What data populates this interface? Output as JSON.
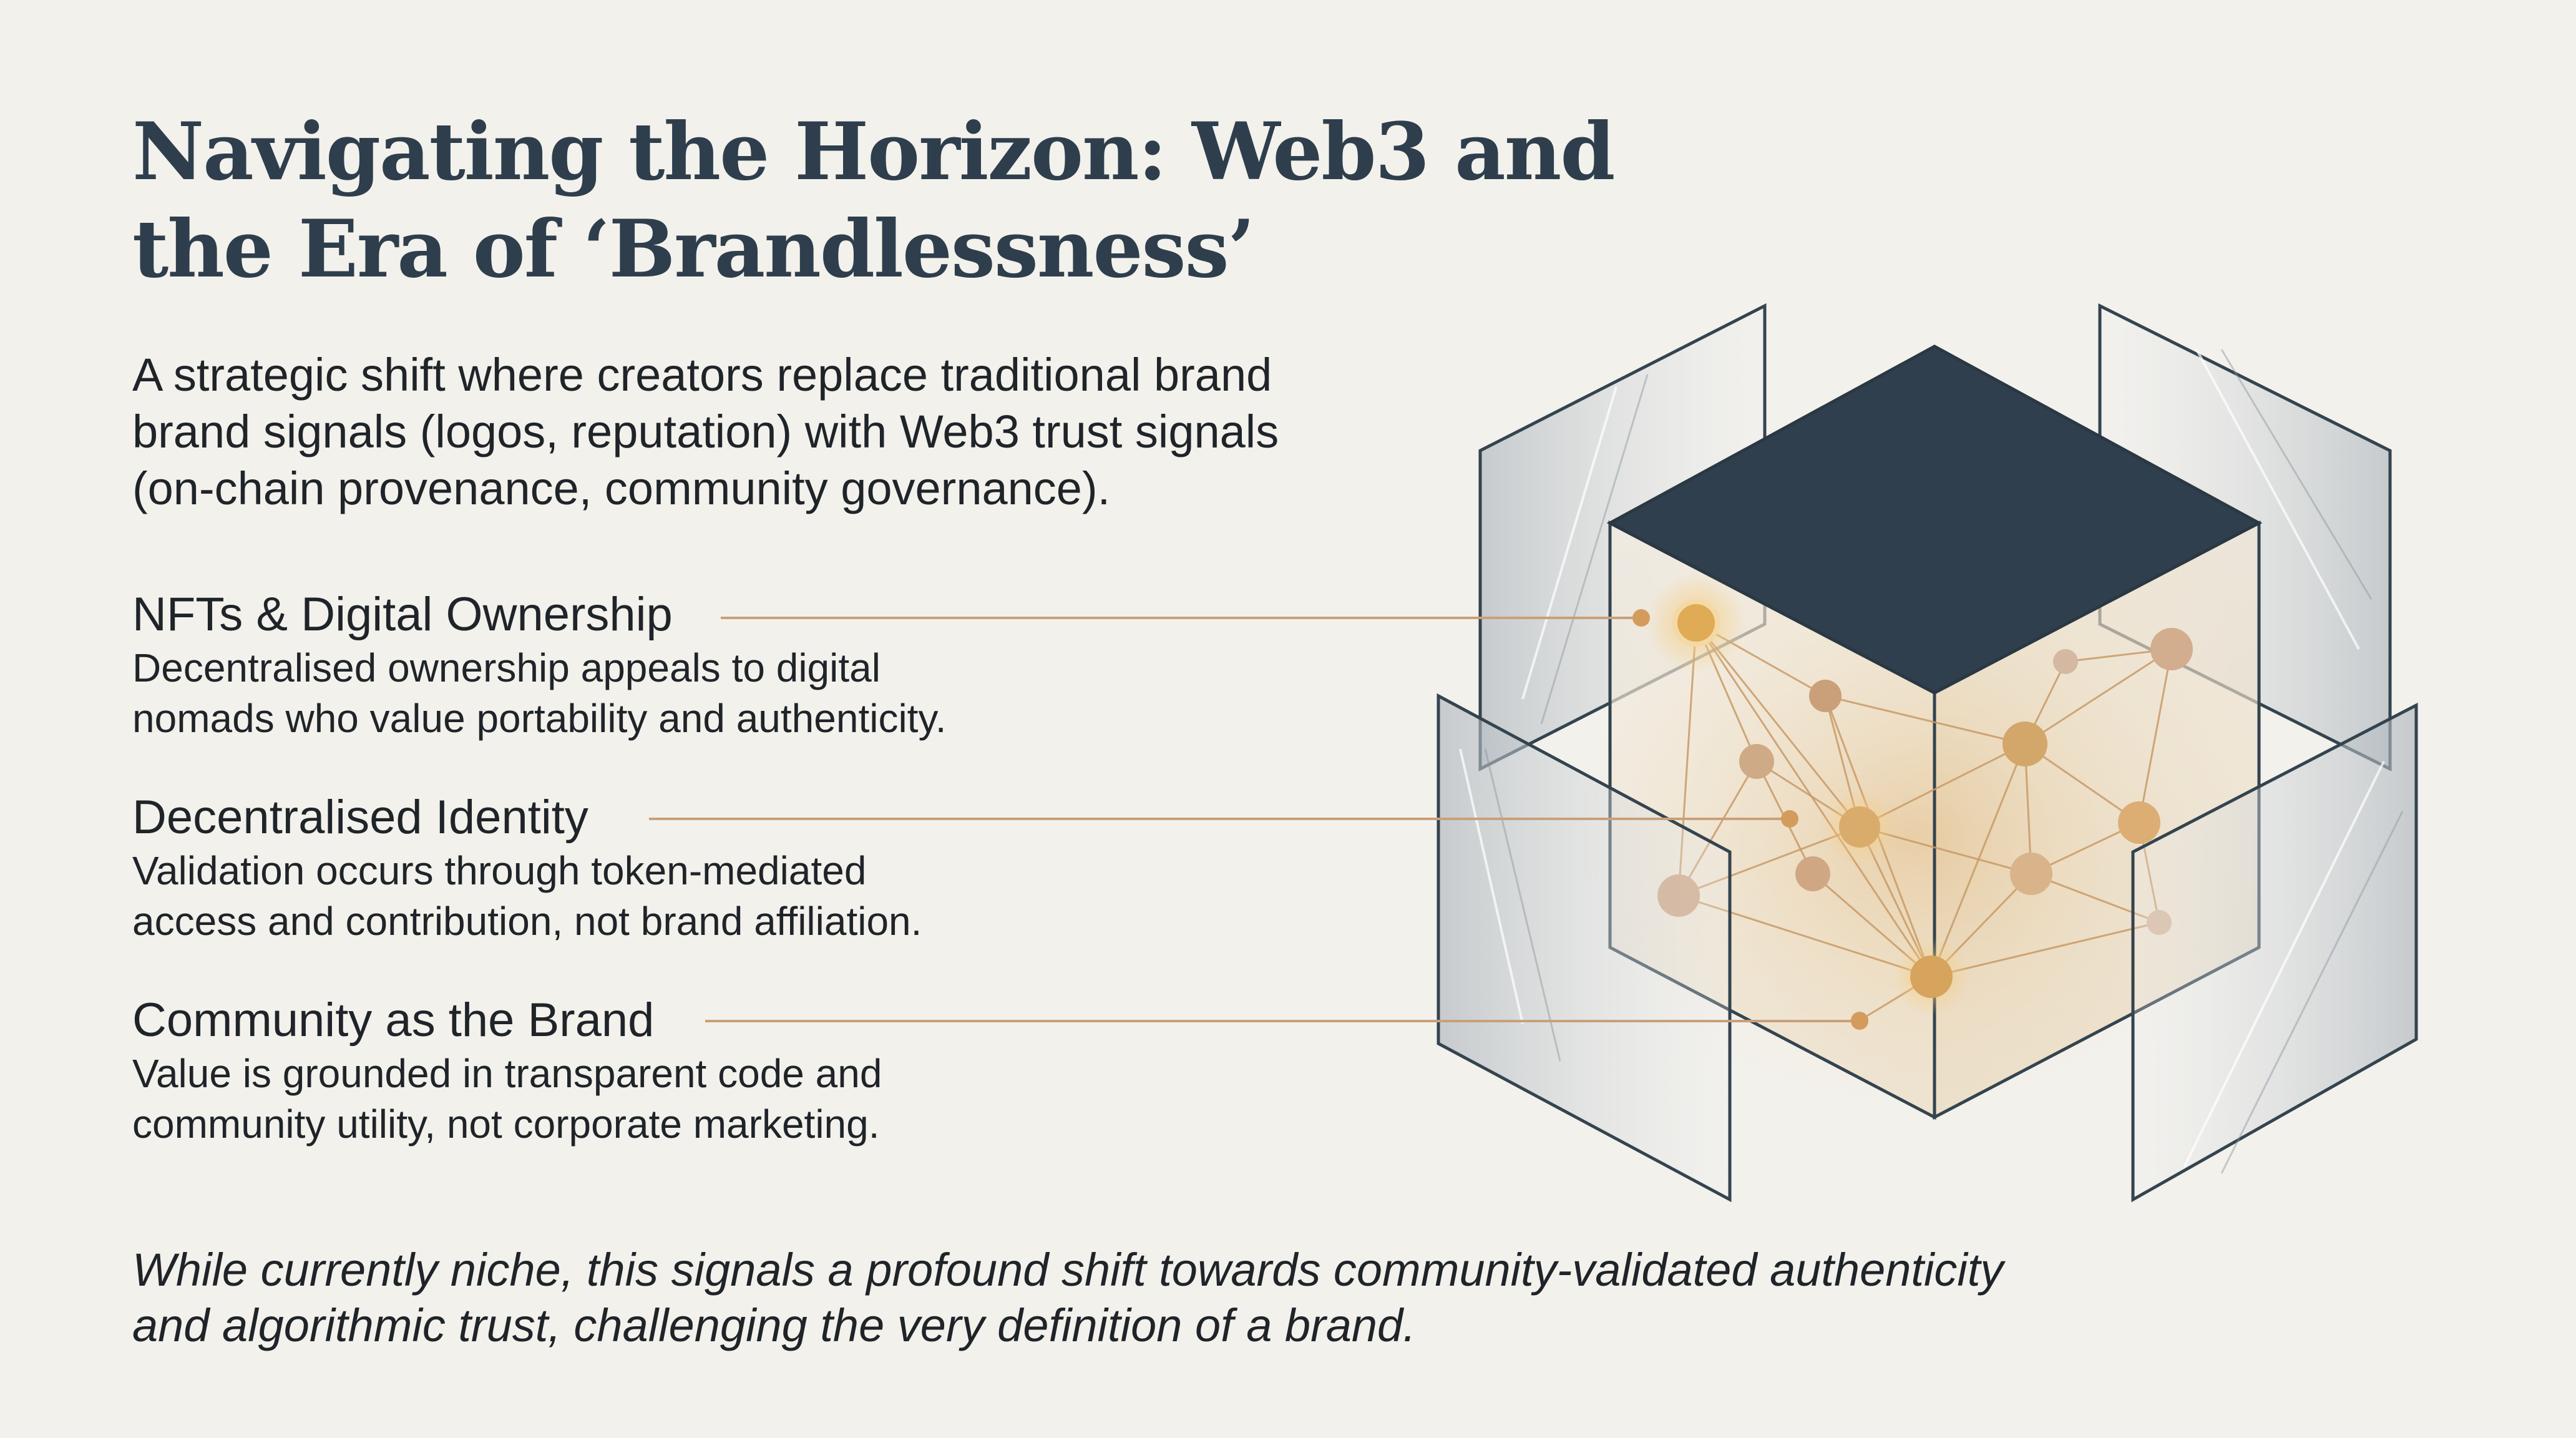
{
  "slide": {
    "title_lines": [
      "Navigating the Horizon: Web3 and",
      "the Era of ‘Brandlessness’"
    ],
    "intro_lines": [
      "A strategic shift where creators replace traditional brand",
      "brand signals (logos, reputation) with Web3 trust signals",
      "(on-chain provenance, community governance)."
    ],
    "features": [
      {
        "title": "NFTs & Digital Ownership",
        "desc_lines": [
          "Decentralised ownership appeals to digital",
          "nomads who value portability and authenticity."
        ]
      },
      {
        "title": "Decentralised Identity",
        "desc_lines": [
          "Validation occurs through token-mediated",
          "access and contribution, not brand affiliation."
        ]
      },
      {
        "title": "Community as the Brand",
        "desc_lines": [
          "Value is grounded in transparent code and",
          "community utility, not corporate marketing."
        ]
      }
    ],
    "closing_lines": [
      "While currently niche, this signals a profound shift towards community-validated authenticity",
      "and algorithmic trust, challenging the very definition of a brand."
    ]
  },
  "colors": {
    "background": "#f3f1ec",
    "title": "#2e3e4c",
    "body_text": "#1f2429",
    "cube_top": "#2f3f4d",
    "cube_edge": "#34444f",
    "node_gold": "#d4a35c",
    "link_gold": "#c89a66",
    "leader_line": "#c9a07a"
  },
  "icons": {
    "diagram": "glass-cube-network-illustration"
  }
}
